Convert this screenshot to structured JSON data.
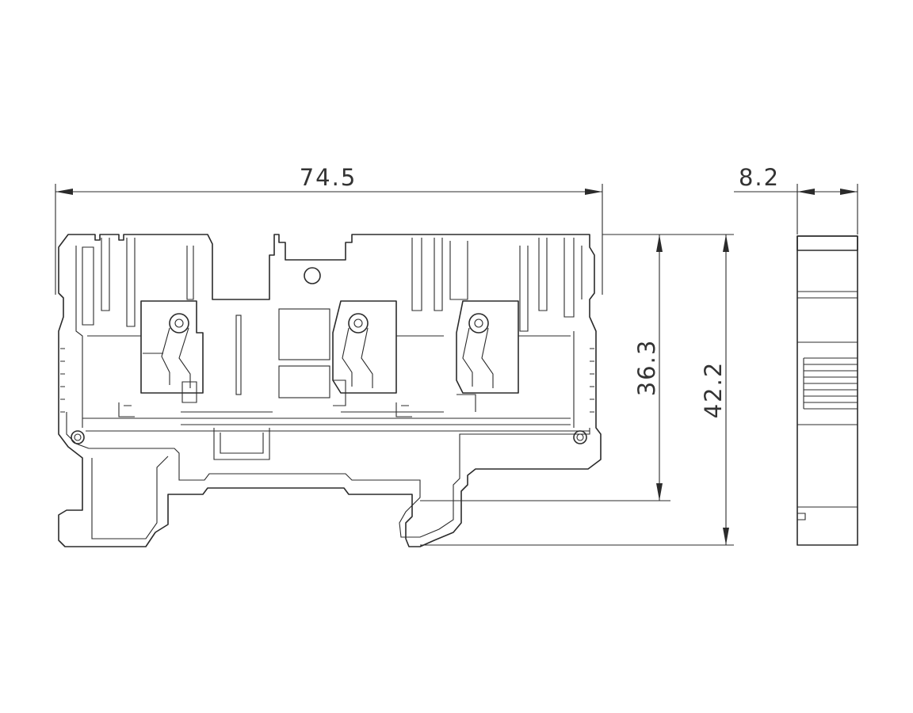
{
  "dimensions": {
    "overall_width": "74.5",
    "module_width": "8.2",
    "rail_height": "36.3",
    "overall_height": "42.2"
  },
  "colors": {
    "line": "#2b2b2b",
    "background": "#ffffff"
  }
}
